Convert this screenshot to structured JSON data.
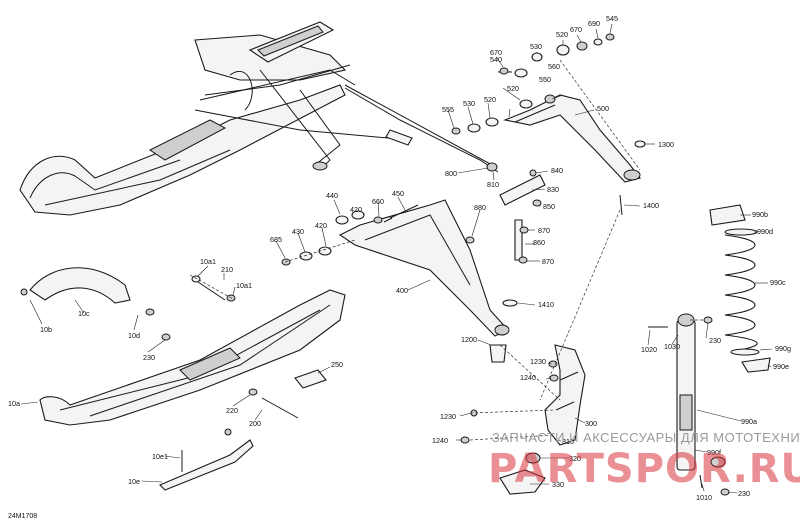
{
  "diagram_id": "24M1708",
  "watermark": {
    "caption": "ЗАПЧАСТИ И АКСЕССУАРЫ ДЛЯ МОТОТЕХНИКИ",
    "brand": "PARTSPOR.RU"
  },
  "callouts": [
    {
      "id": "c545",
      "text": "545"
    },
    {
      "id": "c690",
      "text": "690"
    },
    {
      "id": "c670a",
      "text": "670"
    },
    {
      "id": "c520a",
      "text": "520"
    },
    {
      "id": "c530a",
      "text": "530"
    },
    {
      "id": "c670b",
      "text": "670"
    },
    {
      "id": "c540",
      "text": "540"
    },
    {
      "id": "c560",
      "text": "560"
    },
    {
      "id": "c550",
      "text": "550"
    },
    {
      "id": "c520b",
      "text": "520"
    },
    {
      "id": "c500",
      "text": "500"
    },
    {
      "id": "c555",
      "text": "555"
    },
    {
      "id": "c530b",
      "text": "530"
    },
    {
      "id": "c520c",
      "text": "520"
    },
    {
      "id": "c1300",
      "text": "1300"
    },
    {
      "id": "c840",
      "text": "840"
    },
    {
      "id": "c830",
      "text": "830"
    },
    {
      "id": "c800",
      "text": "800"
    },
    {
      "id": "c810",
      "text": "810"
    },
    {
      "id": "c850",
      "text": "850"
    },
    {
      "id": "c1400",
      "text": "1400"
    },
    {
      "id": "c440",
      "text": "440"
    },
    {
      "id": "c450",
      "text": "450"
    },
    {
      "id": "c660",
      "text": "660"
    },
    {
      "id": "c420a",
      "text": "420"
    },
    {
      "id": "c880",
      "text": "880"
    },
    {
      "id": "c870a",
      "text": "870"
    },
    {
      "id": "c420b",
      "text": "420"
    },
    {
      "id": "c860",
      "text": "860"
    },
    {
      "id": "c685",
      "text": "685"
    },
    {
      "id": "c430",
      "text": "430"
    },
    {
      "id": "c870b",
      "text": "870"
    },
    {
      "id": "c990b",
      "text": "990b"
    },
    {
      "id": "c990d",
      "text": "990d"
    },
    {
      "id": "c10a1a",
      "text": "10a1"
    },
    {
      "id": "c210",
      "text": "210"
    },
    {
      "id": "c10a1b",
      "text": "10a1"
    },
    {
      "id": "c400",
      "text": "400"
    },
    {
      "id": "c1410",
      "text": "1410"
    },
    {
      "id": "c990c",
      "text": "990c"
    },
    {
      "id": "c10b",
      "text": "10b"
    },
    {
      "id": "c10c",
      "text": "10c"
    },
    {
      "id": "c10d",
      "text": "10d"
    },
    {
      "id": "c1200",
      "text": "1200"
    },
    {
      "id": "c1020",
      "text": "1020"
    },
    {
      "id": "c1030",
      "text": "1030"
    },
    {
      "id": "c230a",
      "text": "230"
    },
    {
      "id": "c990g",
      "text": "990g"
    },
    {
      "id": "c230b",
      "text": "230"
    },
    {
      "id": "c250",
      "text": "250"
    },
    {
      "id": "c1230a",
      "text": "1230"
    },
    {
      "id": "c1240a",
      "text": "1240"
    },
    {
      "id": "c990e",
      "text": "990e"
    },
    {
      "id": "c10a",
      "text": "10a"
    },
    {
      "id": "c220",
      "text": "220"
    },
    {
      "id": "c200",
      "text": "200"
    },
    {
      "id": "c1230b",
      "text": "1230"
    },
    {
      "id": "c300",
      "text": "300"
    },
    {
      "id": "c990a",
      "text": "990a"
    },
    {
      "id": "c1240b",
      "text": "1240"
    },
    {
      "id": "c310",
      "text": "310"
    },
    {
      "id": "c10e1",
      "text": "10e1"
    },
    {
      "id": "c990f",
      "text": "990f"
    },
    {
      "id": "c320",
      "text": "320"
    },
    {
      "id": "c10e",
      "text": "10e"
    },
    {
      "id": "c330",
      "text": "330"
    },
    {
      "id": "c1010",
      "text": "1010"
    },
    {
      "id": "c230c",
      "text": "230"
    }
  ]
}
